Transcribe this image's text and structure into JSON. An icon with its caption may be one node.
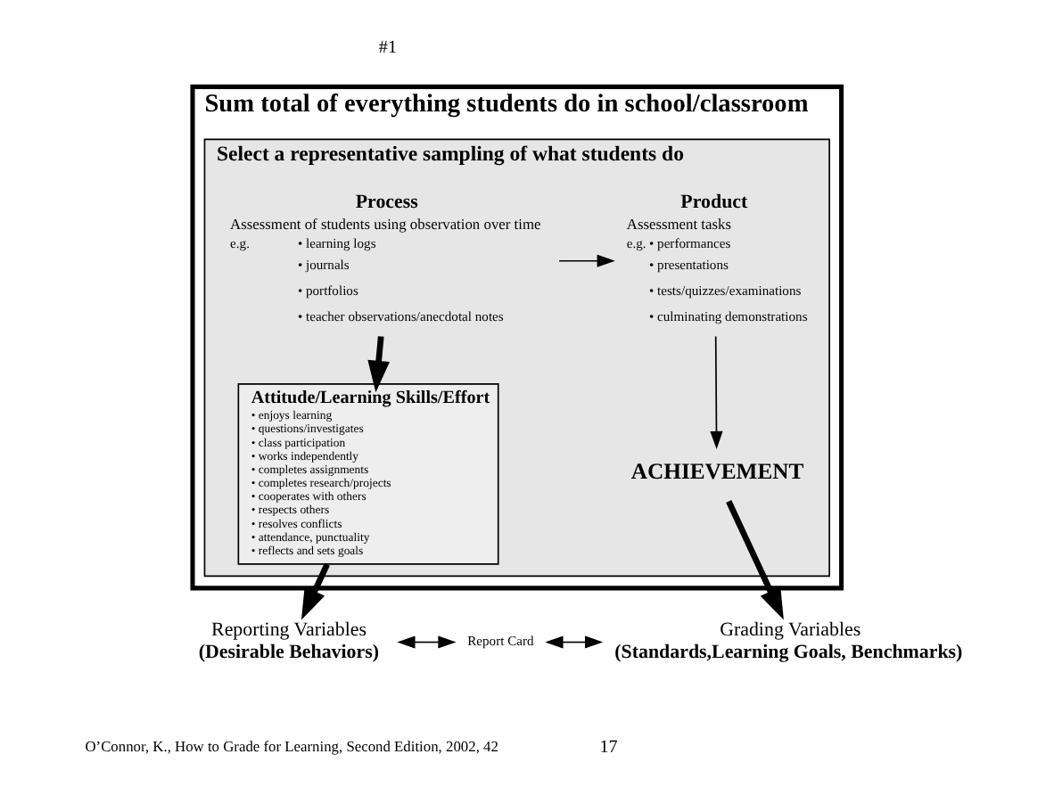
{
  "diagram": {
    "nodes": [
      {
        "text": [
          "Sum total of everything students do in school/classroom"
        ]
      },
      {
        "text": [
          "Select a representative sampling of what students do"
        ],
        "in": 0
      },
      {
        "text": [
          "Process",
          "Assessment of students using observation over time",
          "e.g.",
          "• learning logs",
          "• journals",
          "• portfolios",
          "• teacher observations/anecdotal notes"
        ],
        "in": 1
      },
      {
        "text": [
          "Product",
          "Assessment tasks",
          "e.g.",
          "• performances",
          "• presentations",
          "• tests/quizzes/examinations",
          "• culminating demonstrations"
        ],
        "in": 1
      },
      {
        "text": [
          "Attitude/Learning Skills/Effort",
          "• enjoys learning",
          "• questions/investigates",
          "• class participation",
          "• works independently",
          "• completes assignments",
          "• completes research/projects",
          "• cooperates with others",
          "• respects others",
          "• resolves conflicts",
          "• attendance, punctuality",
          "• reflects and sets goals"
        ],
        "in": 1
      },
      {
        "text": [
          "ACHIEVEMENT"
        ],
        "in": 1
      },
      {
        "text": [
          "Reporting Variables",
          "(Desirable Behaviors)"
        ]
      },
      {
        "text": [
          "Report Card"
        ]
      },
      {
        "text": [
          "Grading Variables",
          "(Standards,Learning Goals, Benchmarks)"
        ]
      }
    ],
    "edges": [
      {
        "from": 2,
        "to": 3,
        "arrow": "to"
      },
      {
        "from": 2,
        "to": 4,
        "arrow": "to",
        "style": "thick"
      },
      {
        "from": 3,
        "to": 5,
        "arrow": "to"
      },
      {
        "from": 4,
        "to": 6,
        "arrow": "to",
        "style": "thick"
      },
      {
        "from": 5,
        "to": 8,
        "arrow": "to",
        "style": "thick"
      },
      {
        "from": 6,
        "to": 7,
        "arrow": "both"
      },
      {
        "from": 7,
        "to": 8,
        "arrow": "both"
      }
    ],
    "labels": [
      "#1",
      "O’Connor, K., How to Grade for Learning, Second Edition, 2002, 42",
      "17"
    ]
  }
}
